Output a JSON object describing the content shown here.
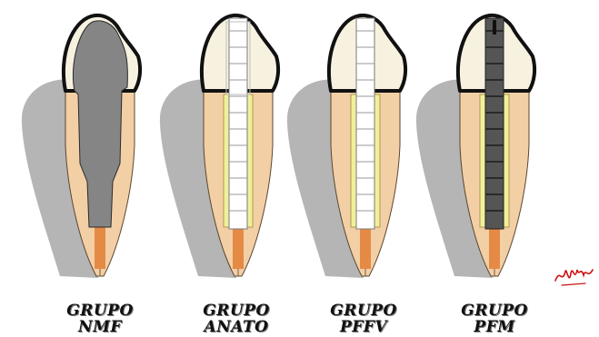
{
  "figure": {
    "groups": [
      {
        "id": "nmf",
        "line1": "GRUPO",
        "line2": "NMF",
        "post": "none"
      },
      {
        "id": "anato",
        "line1": "GRUPO",
        "line2": "ANATO",
        "post": "white-anatomic"
      },
      {
        "id": "pffv",
        "line1": "GRUPO",
        "line2": "PFFV",
        "post": "white-fiber"
      },
      {
        "id": "pfm",
        "line1": "GRUPO",
        "line2": "PFM",
        "post": "dark-metal"
      }
    ],
    "signature": "signature",
    "colors": {
      "dentin": "#f3cfa6",
      "enamel": "#f7f2e0",
      "filling": "#858585",
      "shadow": "#9c9c9c",
      "gutta": "#e58a45",
      "post_light": "#ffffff",
      "post_dark": "#555555",
      "cement": "#f1ef9a",
      "signature": "#cc1111"
    }
  }
}
